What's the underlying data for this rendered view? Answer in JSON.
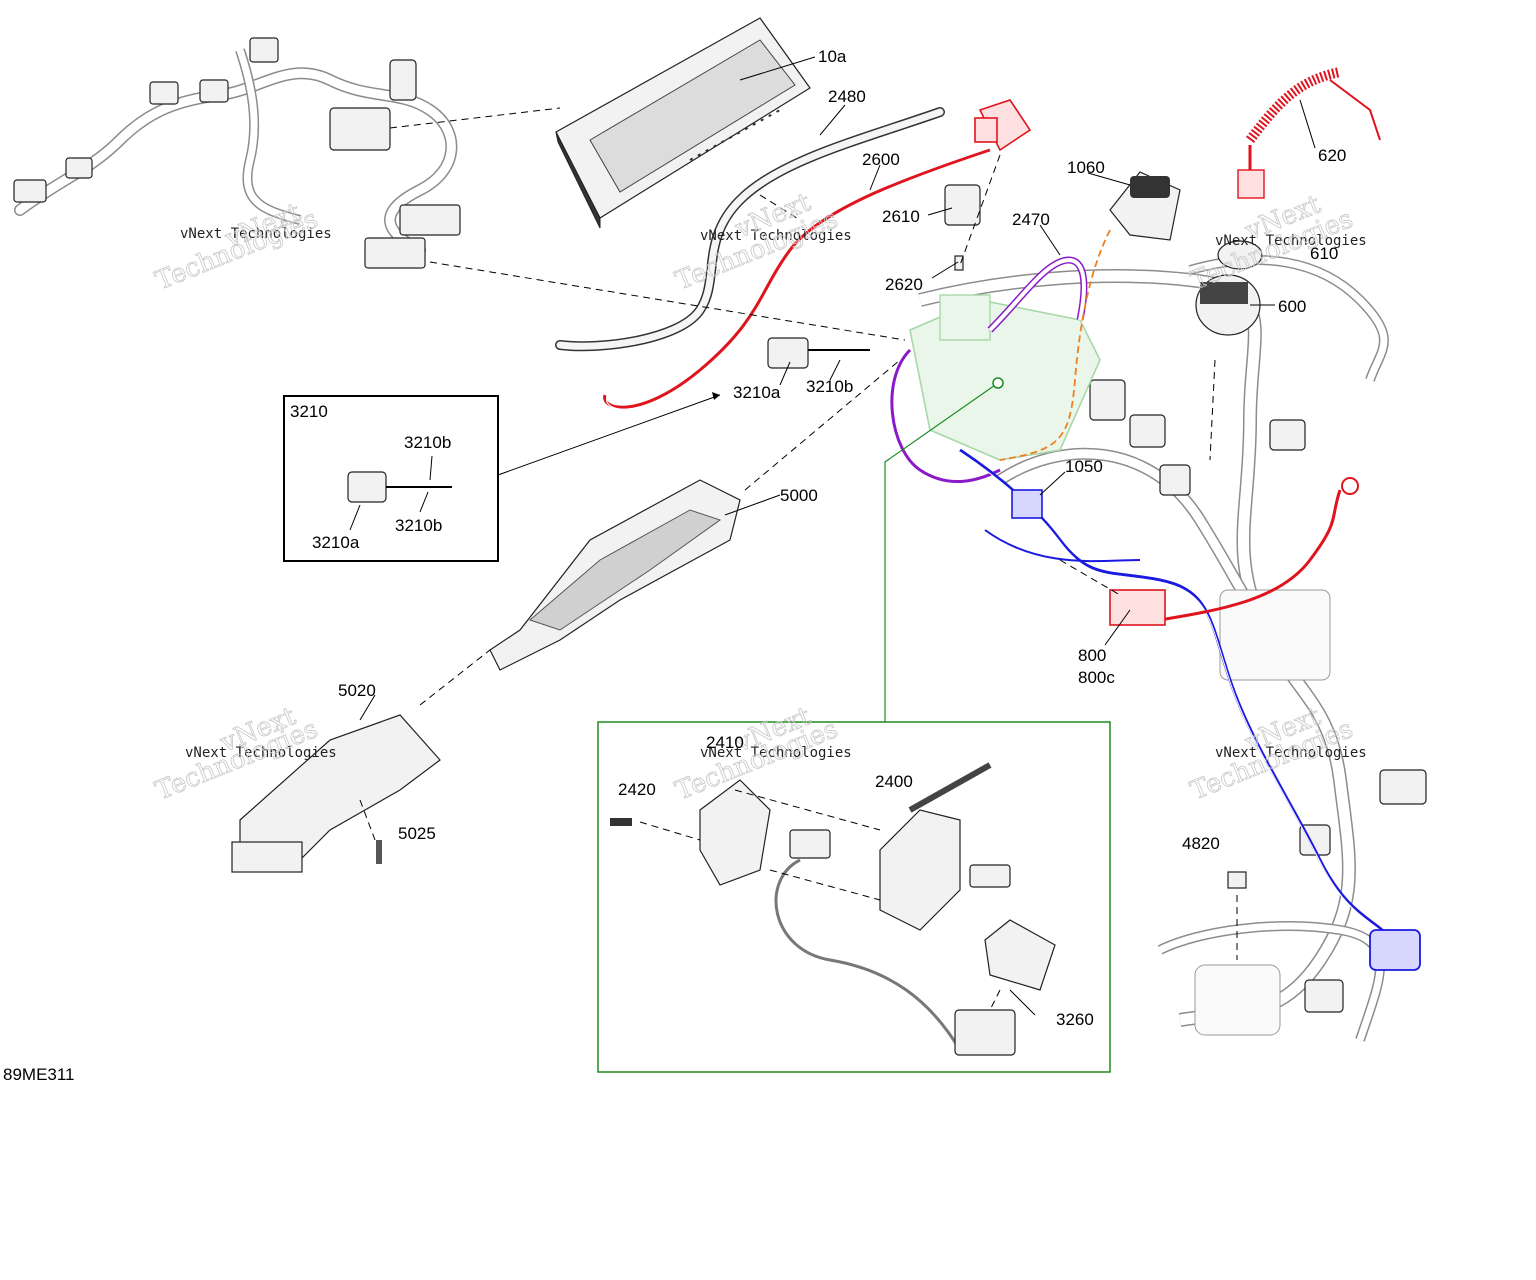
{
  "diagram_id": "89ME311",
  "watermark": {
    "line1": "vNext Technologies",
    "line2": "vNext",
    "line3": "Technologies"
  },
  "callouts": {
    "c10a": "10a",
    "c2480": "2480",
    "c2600": "2600",
    "c2610": "2610",
    "c2620": "2620",
    "c1060": "1060",
    "c2470": "2470",
    "c620": "620",
    "c610": "610",
    "c600": "600",
    "c3210a": "3210a",
    "c3210b": "3210b",
    "c1050": "1050",
    "c5000": "5000",
    "c800": "800",
    "c800c": "800c",
    "c5020": "5020",
    "c5025": "5025",
    "c2410": "2410",
    "c2420": "2420",
    "c2400": "2400",
    "c4820": "4820",
    "c3260": "3260"
  },
  "detail_3210": {
    "title": "3210",
    "c3210b_top": "3210b",
    "c3210b_bottom": "3210b",
    "c3210a": "3210a"
  },
  "colors": {
    "red": "#e0141e",
    "purple": "#8a1ac8",
    "blue": "#1a1ae0",
    "green": "#1e8a1e",
    "orange": "#f07f1e",
    "light_green": "#a8d8a8",
    "harness": "#8c8c8c"
  }
}
